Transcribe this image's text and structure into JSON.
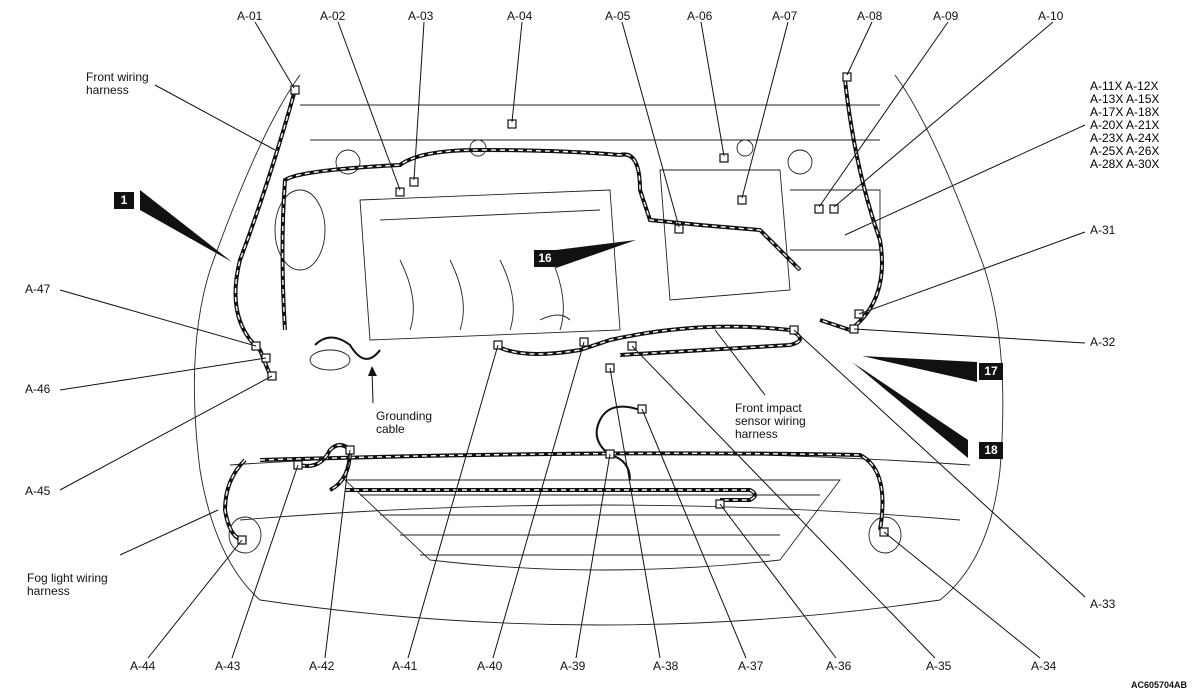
{
  "diagram": {
    "title_code": "AC605704AB",
    "connectors_top": [
      "A-01",
      "A-02",
      "A-03",
      "A-04",
      "A-05",
      "A-06",
      "A-07",
      "A-08",
      "A-09",
      "A-10"
    ],
    "connector_group": [
      "A-11X A-12X",
      "A-13X A-15X",
      "A-17X A-18X",
      "A-20X A-21X",
      "A-23X A-24X",
      "A-25X A-26X",
      "A-28X A-30X"
    ],
    "connectors_right": [
      "A-31",
      "A-32",
      "A-33"
    ],
    "connectors_bottom": [
      "A-44",
      "A-43",
      "A-42",
      "A-41",
      "A-40",
      "A-39",
      "A-38",
      "A-37",
      "A-36",
      "A-35",
      "A-34"
    ],
    "connectors_left": [
      "A-47",
      "A-46",
      "A-45"
    ],
    "callouts": [
      "1",
      "16",
      "17",
      "18"
    ],
    "notes": {
      "front_wiring": "Front wiring\nharness",
      "grounding": "Grounding\ncable",
      "front_impact": "Front impact\nsensor wiring\nharness",
      "fog_light": "Fog light wiring\nharness"
    }
  }
}
